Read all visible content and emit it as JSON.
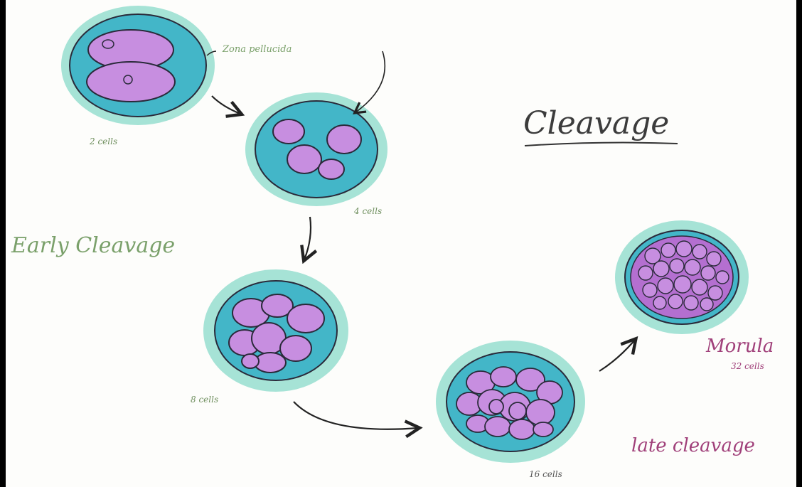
{
  "title": "Cleavage",
  "stages": {
    "early": "Early Cleavage",
    "late": "late cleavage"
  },
  "labels": {
    "zona": "Zona pellucida",
    "two": "2 cells",
    "four": "4 cells",
    "eight": "8 cells",
    "sixteen": "16 cells",
    "morula": "Morula",
    "morula_count": "32 cells"
  },
  "colors": {
    "zona": "#a6e3d6",
    "cytoplasm": "#43b6c8",
    "cell": "#c78ee0",
    "outline": "#2a2a3a"
  }
}
